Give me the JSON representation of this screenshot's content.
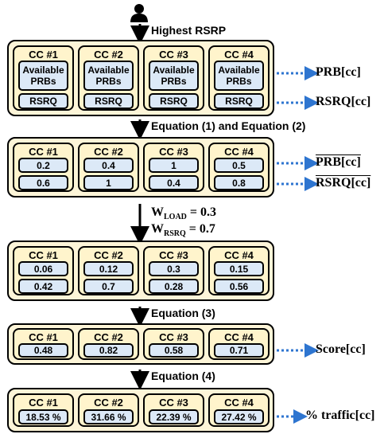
{
  "flow": {
    "start_label": "Highest RSRP",
    "steps": [
      "Equation (1) and Equation (2)",
      "Equation (3)",
      "Equation (4)"
    ],
    "weights": {
      "load_label": "W",
      "load_sub": "LOAD",
      "load_value": "= 0.3",
      "rsrq_label": "W",
      "rsrq_sub": "RSRQ",
      "rsrq_value": "= 0.7"
    }
  },
  "cc_labels": [
    "CC #1",
    "CC #2",
    "CC #3",
    "CC #4"
  ],
  "stages": [
    {
      "rows": [
        [
          "Available\nPRBs",
          "Available\nPRBs",
          "Available\nPRBs",
          "Available\nPRBs"
        ],
        [
          "RSRQ",
          "RSRQ",
          "RSRQ",
          "RSRQ"
        ]
      ],
      "outputs": [
        "PRB[cc]",
        "RSRQ[cc]"
      ]
    },
    {
      "rows": [
        [
          "0.2",
          "0.4",
          "1",
          "0.5"
        ],
        [
          "0.6",
          "1",
          "0.4",
          "0.8"
        ]
      ],
      "outputs": [
        "PRB[cc]",
        "RSRQ[cc]"
      ]
    },
    {
      "rows": [
        [
          "0.06",
          "0.12",
          "0.3",
          "0.15"
        ],
        [
          "0.42",
          "0.7",
          "0.28",
          "0.56"
        ]
      ]
    },
    {
      "rows": [
        [
          "0.48",
          "0.82",
          "0.58",
          "0.71"
        ]
      ],
      "outputs": [
        "Score[cc]"
      ]
    },
    {
      "rows": [
        [
          "18.53 %",
          "31.66 %",
          "22.39 %",
          "27.42 %"
        ]
      ],
      "outputs": [
        "% traffic[cc]"
      ]
    }
  ],
  "colors": {
    "stage_bg": "#fdf5d8",
    "cc_bg": "#fff4cc",
    "cell_bg": "#dce9f7",
    "arrow_blue": "#2e75d0"
  }
}
